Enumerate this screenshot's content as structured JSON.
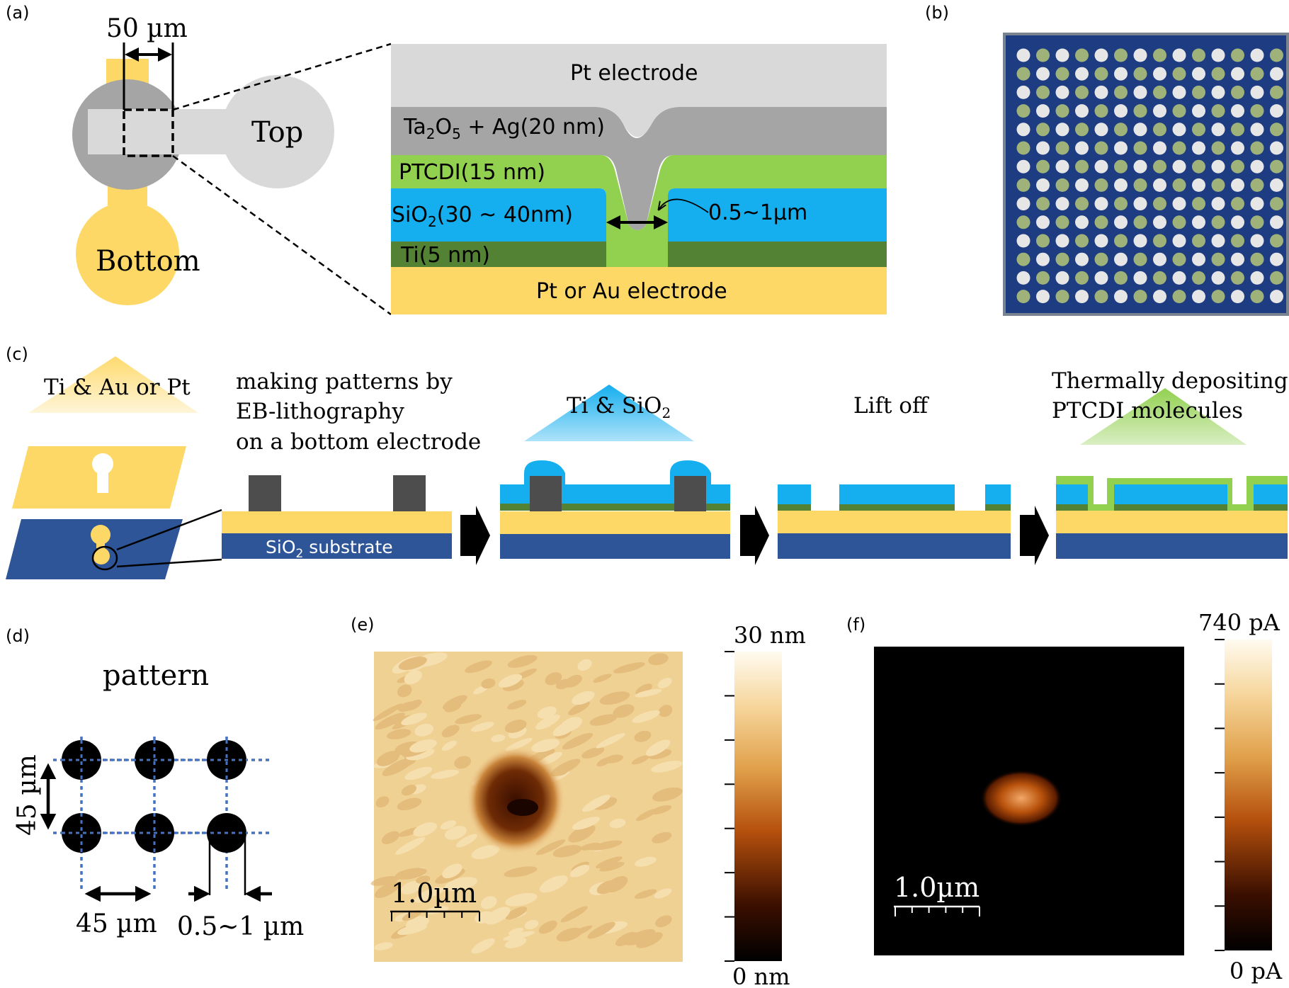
{
  "panels": {
    "a": {
      "label": "(a)",
      "width_label": "50 µm",
      "top_label": "Top",
      "bottom_label": "Bottom",
      "layers": {
        "pt_top": "Pt electrode",
        "ta2o5_main": "Ta",
        "ta2o5_sub1": "2",
        "ta2o5_mid": "O",
        "ta2o5_sub2": "5",
        "ta2o5_rest": " + Ag(20 nm)",
        "ptcdi": "PTCDI(15 nm)",
        "sio2_main": "SiO",
        "sio2_sub": "2",
        "sio2_rest": "(30 ~ 40nm)",
        "ti": "Ti(5 nm)",
        "bottom_electrode": "Pt or Au electrode",
        "gap": "0.5~1µm"
      }
    },
    "b": {
      "label": "(b)"
    },
    "c": {
      "label": "(c)",
      "step1": "Ti & Au or Pt",
      "step2_line1": "making patterns by",
      "step2_line2": "EB-lithography",
      "step2_line3": "on a bottom electrode",
      "substrate_main": "SiO",
      "substrate_sub": "2",
      "substrate_rest": " substrate",
      "step3_main": "Ti & SiO",
      "step3_sub": "2",
      "step4": "Lift off",
      "step5_line1": "Thermally depositing",
      "step5_line2": "PTCDI molecules"
    },
    "d": {
      "label": "(d)",
      "title": "pattern",
      "pitch_v": "45 µm",
      "pitch_h": "45 µm",
      "hole": "0.5~1 µm"
    },
    "e": {
      "label": "(e)",
      "scale_bar": "1.0µm",
      "cbar_max": "30 nm",
      "cbar_min": "0 nm"
    },
    "f": {
      "label": "(f)",
      "scale_bar": "1.0µm",
      "cbar_max": "740 pA",
      "cbar_min": "0 pA"
    }
  },
  "colors": {
    "gold": "#fdd866",
    "sio2": "#15aeee",
    "ptcdi": "#92d050",
    "ti": "#538234",
    "ta2o5": "#a5a5a5",
    "pt": "#d9d9d9",
    "substrate": "#2e5597",
    "resist": "#4d4d4d",
    "chip": "#1e3c82"
  }
}
